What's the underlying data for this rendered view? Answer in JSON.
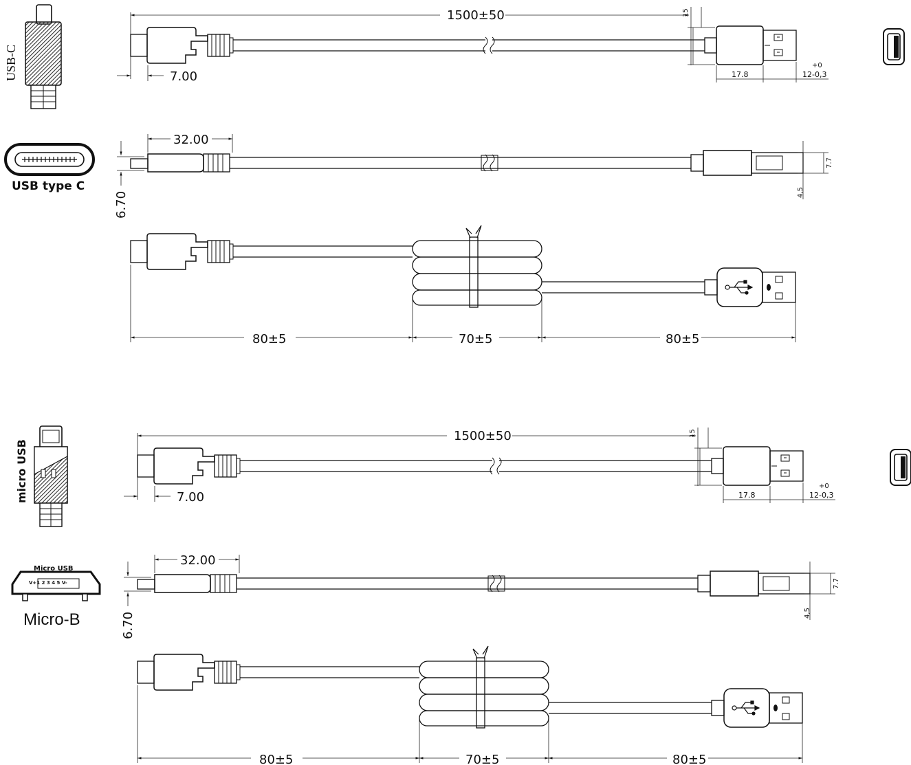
{
  "sections": [
    {
      "icon_label": "USB-C",
      "port_caption": "USB type C",
      "top_view": {
        "total_length": "1500±50",
        "plug_length": "7.00",
        "head_offset": "15",
        "head_length": "17.8",
        "head_tip": "12-0,3",
        "tol_upper": "+0"
      },
      "side_view": {
        "overmold_length": "32.00",
        "plug_thickness": "6.70",
        "head_height": "7.7",
        "tip_height": "4,5"
      },
      "coiled_view": {
        "left_length": "80±5",
        "coil_length": "70±5",
        "right_length": "80±5"
      }
    },
    {
      "icon_label": "micro USB",
      "port_label": "Micro USB",
      "port_pins": "V+1 2 3 4 5 V-",
      "port_caption": "Micro-B",
      "top_view": {
        "total_length": "1500±50",
        "plug_length": "7.00",
        "head_offset": "15",
        "head_length": "17.8",
        "head_tip": "12-0,3",
        "tol_upper": "+0"
      },
      "side_view": {
        "overmold_length": "32.00",
        "plug_thickness": "6.70",
        "head_height": "7.7",
        "tip_height": "4,5"
      },
      "coiled_view": {
        "left_length": "80±5",
        "coil_length": "70±5",
        "right_length": "80±5"
      }
    }
  ],
  "icons": [
    "usb-c-plug-icon",
    "usb-c-port-icon",
    "usb-a-port-icon",
    "micro-usb-plug-icon",
    "micro-usb-port-icon",
    "usb-trident-icon"
  ]
}
